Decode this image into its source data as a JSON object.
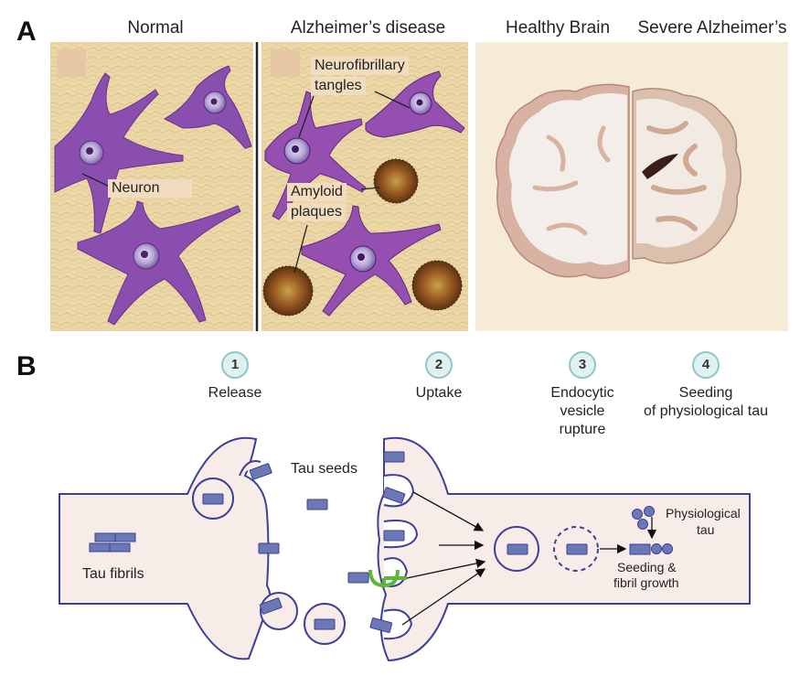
{
  "panel_a": {
    "letter": "A",
    "titles": {
      "normal": "Normal",
      "alzheimers": "Alzheimer’s disease",
      "healthy_brain": "Healthy Brain",
      "severe": "Severe Alzheimer’s"
    },
    "labels": {
      "neuron": "Neuron",
      "tangles_line1": "Neurofibrillary",
      "tangles_line2": "tangles",
      "plaques_line1": "Amyloid",
      "plaques_line2": "plaques"
    },
    "colors": {
      "tissue": "#ecd7a6",
      "neuron": "#8a4fae",
      "plaque": "#8b5a2b",
      "brain_white": "#f4efeb",
      "brain_cortex": "#d9b7a6"
    }
  },
  "panel_b": {
    "letter": "B",
    "steps": [
      {
        "num": "1",
        "lines": [
          "Release"
        ]
      },
      {
        "num": "2",
        "lines": [
          "Uptake"
        ]
      },
      {
        "num": "3",
        "lines": [
          "Endocytic",
          "vesicle",
          "rupture"
        ]
      },
      {
        "num": "4",
        "lines": [
          "Seeding",
          "of physiological tau"
        ]
      }
    ],
    "labels": {
      "tau_seeds": "Tau seeds",
      "tau_fibrils": "Tau fibrils",
      "physiological_line1": "Physiological",
      "physiological_line2": "tau",
      "seeding_line1": "Seeding &",
      "seeding_line2": "fibril growth"
    },
    "colors": {
      "membrane": "#3e3f97",
      "cell_fill": "#f8ece8",
      "tau": "#6a78b6",
      "receptor": "#5cb83a"
    }
  }
}
